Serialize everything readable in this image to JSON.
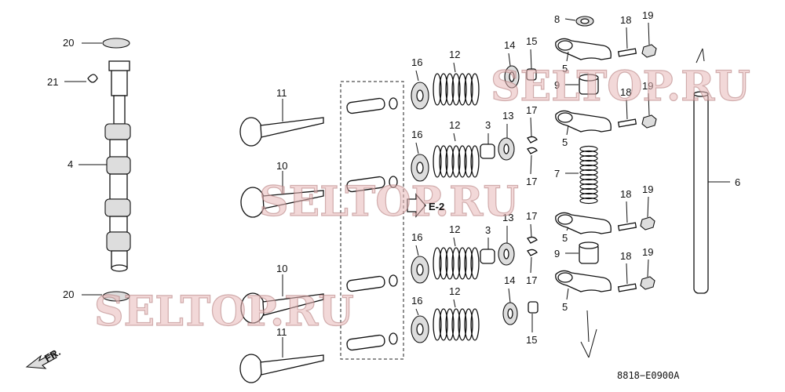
{
  "watermarks": [
    "SELTOP.RU",
    "SELTOP.RU",
    "SELTOP.RU"
  ],
  "diagram_code": "8818−E0900A",
  "direction_label": "FR.",
  "reference_label": "E-2",
  "callouts": {
    "c20a": "20",
    "c21": "21",
    "c4": "4",
    "c20b": "20",
    "c11a": "11",
    "c10a": "10",
    "c10b": "10",
    "c11b": "11",
    "c16a": "16",
    "c16b": "16",
    "c16c": "16",
    "c16d": "16",
    "c12a": "12",
    "c12b": "12",
    "c12c": "12",
    "c12d": "12",
    "c14a": "14",
    "c14b": "14",
    "c15a": "15",
    "c15b": "15",
    "c3a": "3",
    "c3b": "3",
    "c13a": "13",
    "c13b": "13",
    "c17a": "17",
    "c17b": "17",
    "c17c": "17",
    "c17d": "17",
    "c8": "8",
    "c9a": "9",
    "c9b": "9",
    "c7": "7",
    "c5a": "5",
    "c5b": "5",
    "c5c": "5",
    "c5d": "5",
    "c18a": "18",
    "c18b": "18",
    "c18c": "18",
    "c18d": "18",
    "c19a": "19",
    "c19b": "19",
    "c19c": "19",
    "c19d": "19",
    "c6": "6"
  }
}
